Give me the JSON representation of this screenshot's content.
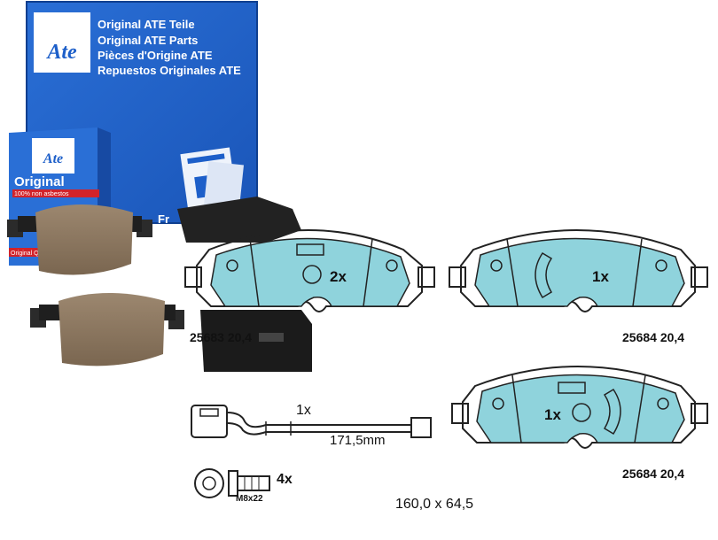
{
  "box": {
    "lines": [
      "Original ATE Teile",
      "Original ATE Parts",
      "Pièces d'Origine ATE",
      "Repuestos Originales ATE"
    ],
    "logo": "Ate",
    "small_logo": "Ate",
    "small_title": "Original",
    "small_subtitle": "100% non asbestos",
    "side_text": "Fr",
    "small_side": "Original Q"
  },
  "diagrams": {
    "pad_main": {
      "count": "2x",
      "code": "25683 20,4"
    },
    "pad_right_top": {
      "count": "1x",
      "code": "25684 20,4"
    },
    "pad_right_bottom": {
      "count": "1x",
      "code": "25684 20,4"
    },
    "sensor": {
      "count": "1x",
      "length": "171,5mm"
    },
    "bolts": {
      "count": "4x",
      "size": "M8x22"
    },
    "dimensions": "160,0 x 64,5"
  },
  "colors": {
    "ate_blue": "#1d5fc9",
    "pad_fill": "#8fd3dc",
    "pad_real": "#8a7560"
  },
  "icons": [
    "ate-logo-icon",
    "bolt-icon",
    "wear-sensor-icon",
    "brake-pad-icon"
  ]
}
